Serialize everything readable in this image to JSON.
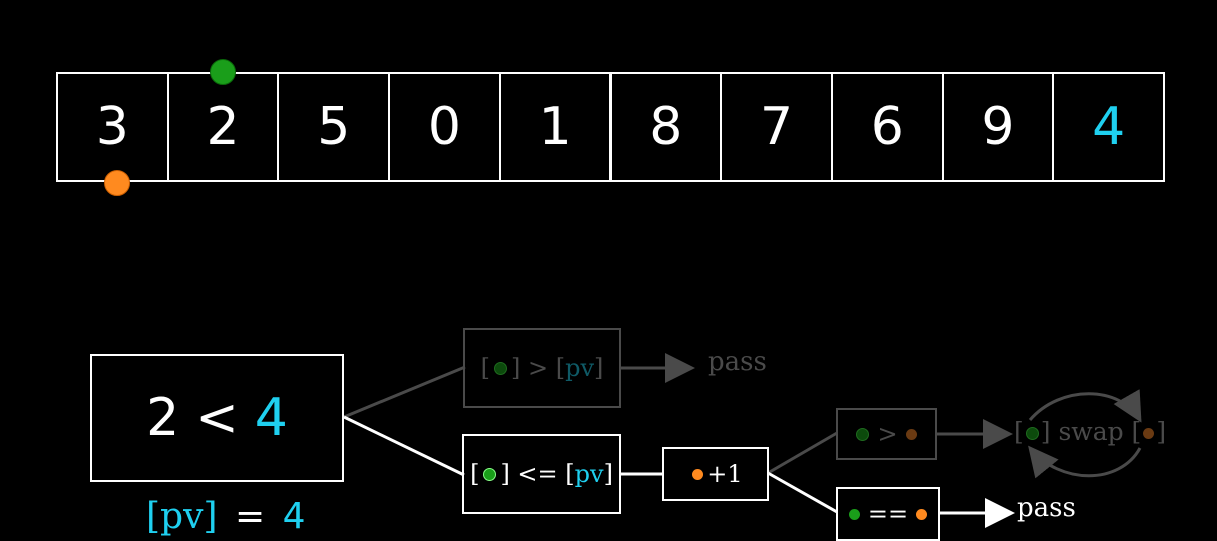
{
  "array": {
    "values": [
      "3",
      "2",
      "5",
      "0",
      "1",
      "8",
      "7",
      "6",
      "9",
      "4"
    ],
    "pivot_index": 9
  },
  "markers": {
    "green_index": 1,
    "orange_index": 0
  },
  "comparison": {
    "left": "2",
    "op": "<",
    "right": "4"
  },
  "pivot_label": {
    "open": "[",
    "name": "pv",
    "close": "]",
    "eq": "=",
    "value": "4"
  },
  "nodes": {
    "gt_pv": {
      "open": "[",
      "close": "] > [",
      "pv": "pv",
      "end": "]"
    },
    "le_pv": {
      "open": "[",
      "close": "] <= [",
      "pv": "pv",
      "end": "]"
    },
    "plus_one": {
      "label": "+1"
    },
    "gt_orange": {
      "op": ">"
    },
    "eq_orange": {
      "op": "=="
    },
    "swap": {
      "open": "[",
      "mid": "] swap [",
      "end": "]"
    }
  },
  "outcomes": {
    "pass_top": "pass",
    "pass_bottom": "pass"
  },
  "colors": {
    "green": "#1a9e1a",
    "orange": "#ff8a1f",
    "cyan": "#1fd0f0",
    "dim": "#4a4a4a"
  }
}
